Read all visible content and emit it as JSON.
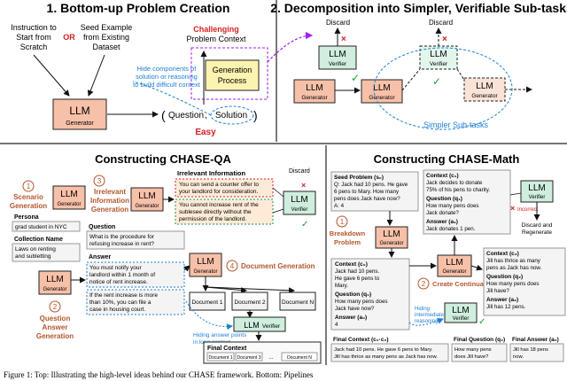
{
  "panel1": {
    "title": "1. Bottom-up Problem Creation",
    "instruction": [
      "Instruction to",
      "Start from",
      "Scratch"
    ],
    "or": "OR",
    "seed": [
      "Seed Example",
      "from Existing",
      "Dataset"
    ],
    "challenging": "Challenging",
    "problem_context": "Problem Context",
    "generation": [
      "Generation",
      "Process"
    ],
    "hide_note": [
      "Hide components of",
      "solution or reasoning",
      "to build difficult context"
    ],
    "llm": "LLM",
    "generator": "Generator",
    "question": "Question",
    "solution": "Solution",
    "easy": "Easy"
  },
  "panel2": {
    "title": "2. Decomposition into Simpler, Verifiable Sub-tasks",
    "discard": "Discard",
    "llm": "LLM",
    "verifier": "Verifier",
    "generator": "Generator",
    "simpler": "Simpler Sub-tasks"
  },
  "qa": {
    "title": "Constructing CHASE-QA",
    "step1": "1",
    "scenario": [
      "Scenario",
      "Generation"
    ],
    "step3": "3",
    "irrelevant": [
      "Irrelevant",
      "Information",
      "Generation"
    ],
    "irrelevant_info_label": "Irrelevant Information",
    "irr1": [
      "You can send a counter offer to",
      "your landlord for consideration."
    ],
    "irr2": [
      "You cannot increase rent of the",
      "sublesee directly without the",
      "permission of the landlord."
    ],
    "discard": "Discard",
    "persona_label": "Persona",
    "persona": "grad student in NYC",
    "collection_label": "Collection Name",
    "collection": [
      "Laws on renting",
      "and subletting"
    ],
    "question_label": "Question",
    "question": [
      "What is the procedure for",
      "refusing increase in rent?"
    ],
    "answer_label": "Answer",
    "ans1": [
      "You must notify your",
      "landlord within 1 month of",
      "notice of rent increase."
    ],
    "ans2": [
      "If the rent increase is more",
      "than 10%, you can file a",
      "case in housing court."
    ],
    "step2": "2",
    "qgen": [
      "Question",
      "Answer",
      "Generation"
    ],
    "step4": "4",
    "docgen": "Document Generation",
    "doc1": "Document 1",
    "doc2": "Document 2",
    "docN": "Document N",
    "hiding": [
      "Hiding answer points",
      "in long context"
    ],
    "final_context": "Final Context",
    "fc_doc1": "Document 1",
    "fc_doc3": "Document 3",
    "fc_dots": "...",
    "fc_docN": "Document N",
    "llm": "LLM",
    "generator": "Generator",
    "verifier": "Verifier"
  },
  "math": {
    "title": "Constructing CHASE-Math",
    "seed_label": "Seed Problem (s₀)",
    "seed_text": [
      "Q: Jack had 10 pens. He gave",
      "6 pens to Mary. How many",
      "pens does Jack have now?",
      "A: 4"
    ],
    "ctx1_label": "Context (c₁)",
    "ctx1": [
      "Jack decides to donate",
      "75% of his pens to charity."
    ],
    "q1_label": "Question (q₁)",
    "q1": [
      "How many pens does",
      "Jack donate?"
    ],
    "a1_label": "Answer (a₁)",
    "a1": "Jack donates 1 pen.",
    "incorrect": "Incorrect",
    "discard_regen": [
      "Discard and",
      "Regenerate"
    ],
    "step1": "1",
    "breakdown": [
      "Breakdown",
      "Problem"
    ],
    "ctx0_label": "Context (c₀)",
    "ctx0": [
      "Jack had 10 pens.",
      "He gave 6 pens to",
      "Mary."
    ],
    "q0_label": "Question (q₀)",
    "q0": [
      "How many pens does",
      "Jack have now?"
    ],
    "a0_label": "Answer (a₀)",
    "a0": "4",
    "step2": "2",
    "continuation": "Create Continuation",
    "ctx2_label": "Context (c₂)",
    "ctx2": [
      "Jill has thrice as many",
      "pens as Jack has now."
    ],
    "q2_label": "Question (q₂)",
    "q2": [
      "How many pens does",
      "Jill have?"
    ],
    "a2_label": "Answer (a₂)",
    "a2": "Jill has 12 pens.",
    "hiding": [
      "Hiding",
      "intermediate",
      "reasoning"
    ],
    "final_context_label": "Final Context (c₀·c₂)",
    "final_context": [
      "Jack had 10 pens. He gave 6 pens to Mary.",
      "Jill has thrice as many pens as Jack has now."
    ],
    "final_question_label": "Final Question (q₂)",
    "final_question": [
      "How many pens",
      "does Jill have?"
    ],
    "final_answer_label": "Final Answer (a₂)",
    "final_answer": [
      "Jill has 18 pens",
      "now."
    ],
    "llm": "LLM",
    "generator": "Generator",
    "verifier": "Verifier"
  },
  "caption": "Figure 1: Top: Illustrating the high-level ideas behind our CHASE framework. Bottom: Pipelines"
}
